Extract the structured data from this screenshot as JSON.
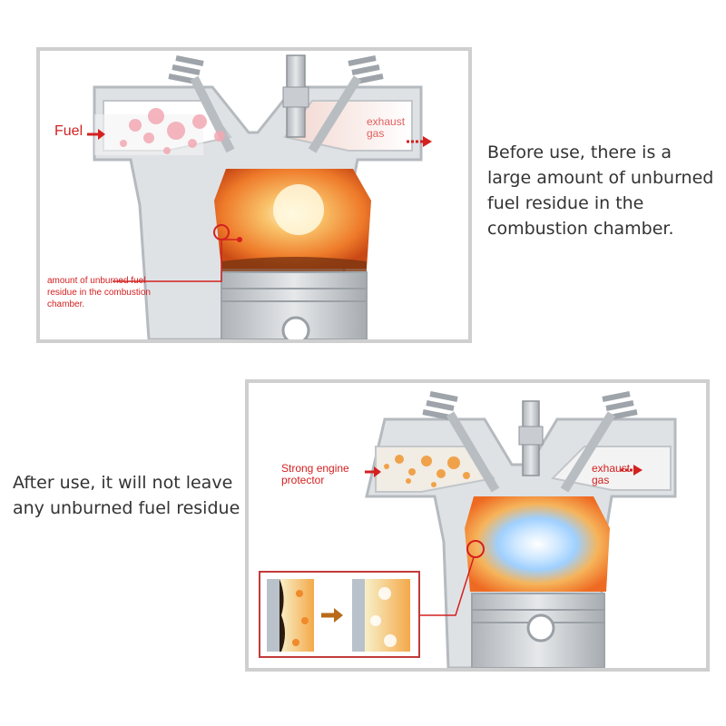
{
  "panels": {
    "before": {
      "caption": "Before use, there is a large amount of unburned fuel residue in the combustion chamber.",
      "fuel_label": "Fuel",
      "exhaust_label_1": "exhaust",
      "exhaust_label_2": "gas",
      "residue_label_1": "amount of unburned fuel",
      "residue_label_2": "residue in the combustion",
      "residue_label_3": "chamber."
    },
    "after": {
      "caption": "After use, it will not leave any unburned fuel residue",
      "protector_label_1": "Strong engine",
      "protector_label_2": "protector",
      "exhaust_label_1": "exhaust",
      "exhaust_label_2": "gas"
    }
  },
  "colors": {
    "label_red": "#d42020",
    "frame_gray": "#cfcfcf",
    "engine_gray": "#c8ccd0",
    "flame_orange": "#f07a2a"
  }
}
